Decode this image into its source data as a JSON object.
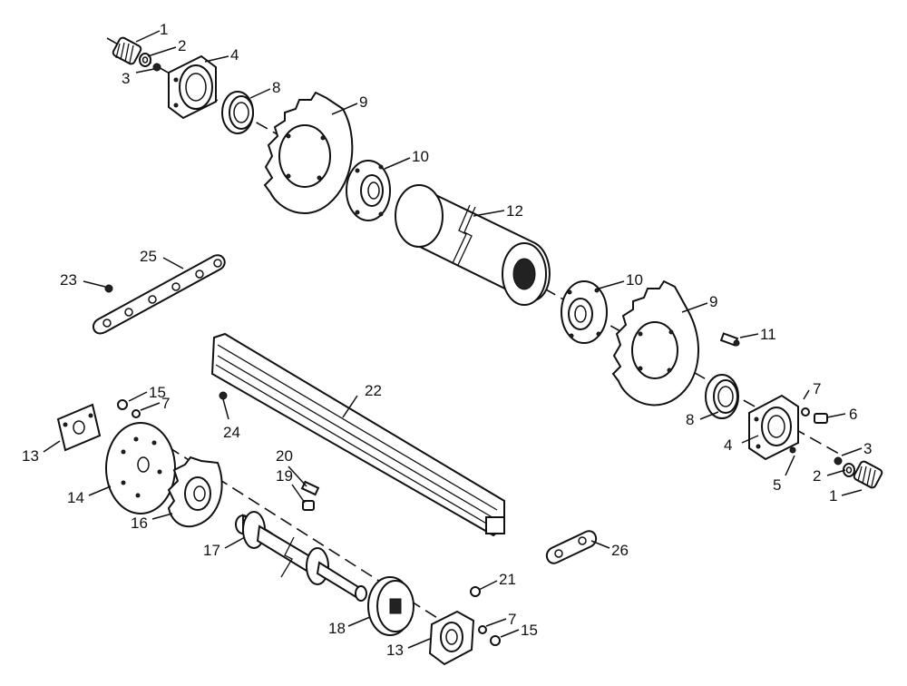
{
  "diagram": {
    "callouts": [
      {
        "id": "c1a",
        "text": "1"
      },
      {
        "id": "c2a",
        "text": "2"
      },
      {
        "id": "c3a",
        "text": "3"
      },
      {
        "id": "c4a",
        "text": "4"
      },
      {
        "id": "c8a",
        "text": "8"
      },
      {
        "id": "c9a",
        "text": "9"
      },
      {
        "id": "c10a",
        "text": "10"
      },
      {
        "id": "c12",
        "text": "12"
      },
      {
        "id": "c25",
        "text": "25"
      },
      {
        "id": "c23",
        "text": "23"
      },
      {
        "id": "c10b",
        "text": "10"
      },
      {
        "id": "c9b",
        "text": "9"
      },
      {
        "id": "c11",
        "text": "11"
      },
      {
        "id": "c22",
        "text": "22"
      },
      {
        "id": "c15a",
        "text": "15"
      },
      {
        "id": "c7a",
        "text": "7"
      },
      {
        "id": "c24",
        "text": "24"
      },
      {
        "id": "c13a",
        "text": "13"
      },
      {
        "id": "c14",
        "text": "14"
      },
      {
        "id": "c16",
        "text": "16"
      },
      {
        "id": "c20",
        "text": "20"
      },
      {
        "id": "c19",
        "text": "19"
      },
      {
        "id": "c17",
        "text": "17"
      },
      {
        "id": "c7b",
        "text": "7"
      },
      {
        "id": "c6",
        "text": "6"
      },
      {
        "id": "c8b",
        "text": "8"
      },
      {
        "id": "c4b",
        "text": "4"
      },
      {
        "id": "c3b",
        "text": "3"
      },
      {
        "id": "c5",
        "text": "5"
      },
      {
        "id": "c2b",
        "text": "2"
      },
      {
        "id": "c1b",
        "text": "1"
      },
      {
        "id": "c26",
        "text": "26"
      },
      {
        "id": "c21",
        "text": "21"
      },
      {
        "id": "c18",
        "text": "18"
      },
      {
        "id": "c7c",
        "text": "7"
      },
      {
        "id": "c15b",
        "text": "15"
      },
      {
        "id": "c13b",
        "text": "13"
      }
    ]
  }
}
